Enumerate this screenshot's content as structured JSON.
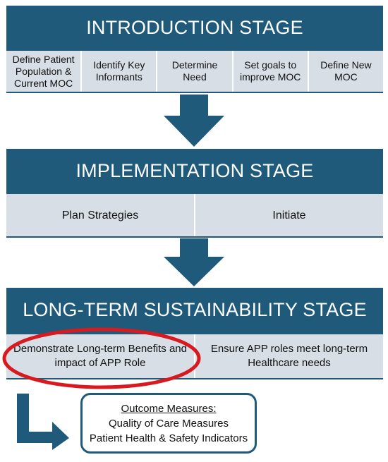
{
  "colors": {
    "stage_blue": "#1f5a7a",
    "cell_gray": "#d7dee6",
    "highlight_red": "#d8191f"
  },
  "stages": [
    {
      "title": "INTRODUCTION STAGE",
      "steps": [
        "Define Patient Population & Current MOC",
        "Identify Key Informants",
        "Determine Need",
        "Set goals to improve MOC",
        "Define New MOC"
      ]
    },
    {
      "title": "IMPLEMENTATION STAGE",
      "steps": [
        "Plan Strategies",
        "Initiate"
      ]
    },
    {
      "title": "LONG-TERM SUSTAINABILITY STAGE",
      "steps": [
        "Demonstrate Long-term Benefits and impact of APP Role",
        "Ensure APP roles meet long-term Healthcare needs"
      ]
    }
  ],
  "outcome": {
    "title": "Outcome Measures:",
    "items": [
      "Quality of Care Measures",
      "Patient Health & Safety Indicators"
    ]
  },
  "icons": {
    "down_arrow": "down-arrow-icon",
    "corner_arrow": "corner-arrow-icon"
  }
}
